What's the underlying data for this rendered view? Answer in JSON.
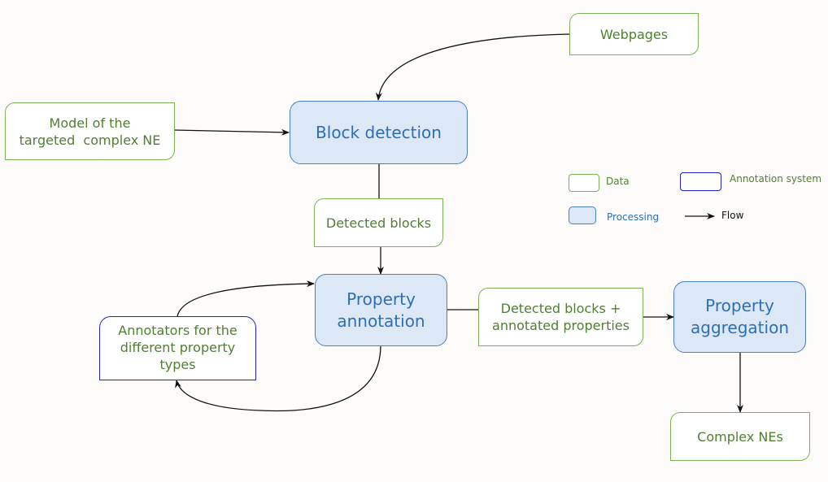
{
  "diagram": {
    "nodes": {
      "webpages": {
        "label": "Webpages",
        "type": "data"
      },
      "model": {
        "label_lines": [
          "Model of the",
          "targeted  complex NE"
        ],
        "type": "data"
      },
      "block_detection": {
        "label": "Block detection",
        "type": "processing"
      },
      "detected_blocks": {
        "label": "Detected blocks",
        "type": "data"
      },
      "property_annotation": {
        "label_lines": [
          "Property",
          "annotation"
        ],
        "type": "processing"
      },
      "annotators": {
        "label_lines": [
          "Annotators for the",
          "different property",
          "types"
        ],
        "type": "annotation-system"
      },
      "detected_blocks_annotated": {
        "label_lines": [
          "Detected blocks +",
          "annotated properties"
        ],
        "type": "data"
      },
      "property_aggregation": {
        "label_lines": [
          "Property",
          "aggregation"
        ],
        "type": "processing"
      },
      "complex_nes": {
        "label": "Complex NEs",
        "type": "data"
      }
    },
    "edges": [
      {
        "from": "webpages",
        "to": "block_detection"
      },
      {
        "from": "model",
        "to": "block_detection"
      },
      {
        "from": "block_detection",
        "to": "detected_blocks"
      },
      {
        "from": "detected_blocks",
        "to": "property_annotation"
      },
      {
        "from": "property_annotation",
        "to": "annotators"
      },
      {
        "from": "annotators",
        "to": "property_annotation"
      },
      {
        "from": "property_annotation",
        "to": "detected_blocks_annotated"
      },
      {
        "from": "detected_blocks_annotated",
        "to": "property_aggregation"
      },
      {
        "from": "property_aggregation",
        "to": "complex_nes"
      }
    ]
  },
  "legend": {
    "data": "Data",
    "annotation_system": "Annotation system",
    "processing": "Processing",
    "flow": "Flow"
  },
  "colors": {
    "data_border": "#7ab356",
    "data_text": "#4f7f32",
    "processing_fill": "#dce8f5",
    "processing_border": "#4a7ec8",
    "processing_text": "#2e6fb3",
    "annotation_border": "#1d22d6",
    "flow": "#111111"
  }
}
